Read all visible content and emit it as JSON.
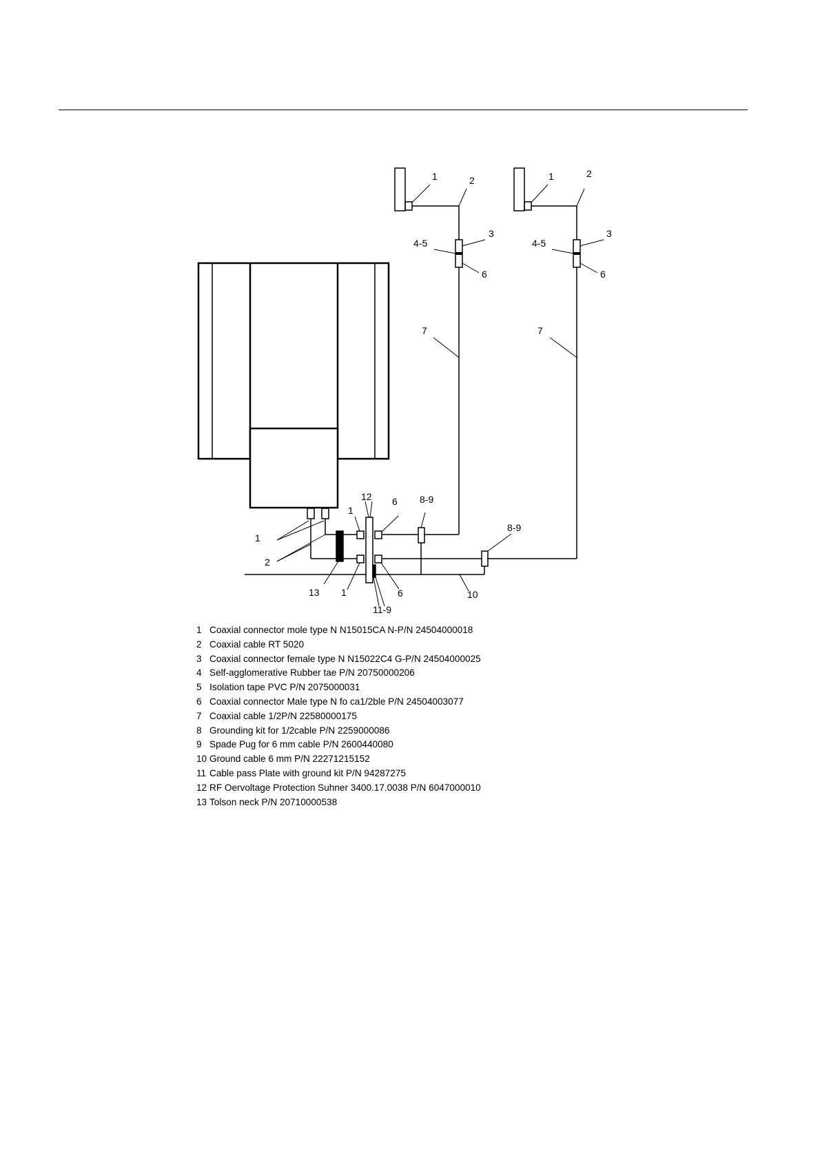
{
  "callouts": {
    "left_antenna": {
      "c1": "1",
      "c2": "2",
      "c3": "3",
      "c45": "4-5",
      "c6": "6",
      "c7": "7"
    },
    "right_antenna": {
      "c1": "1",
      "c2": "2",
      "c3": "3",
      "c45": "4-5",
      "c6": "6",
      "c7": "7"
    },
    "entry": {
      "top_1": "1",
      "top_12": "12",
      "top_6": "6",
      "ground_left": "8-9",
      "ground_right": "8-9",
      "cab_1": "1",
      "cab_2": "2",
      "neck_13": "13",
      "bottom_1": "1",
      "bottom_6": "6",
      "plate_119": "11-9",
      "ground_10": "10"
    }
  },
  "legend": [
    {
      "num": "1",
      "text": "Coaxial connector mole type N N15015CA N-P/N 24504000018"
    },
    {
      "num": "2",
      "text": "Coaxial cable RT 5020"
    },
    {
      "num": "3",
      "text": "Coaxial connector female type N N15022C4 G-P/N 24504000025"
    },
    {
      "num": "4",
      "text": "Self-agglomerative Rubber tae P/N 20750000206"
    },
    {
      "num": "5",
      "text": "Isolation tape PVC P/N 2075000031"
    },
    {
      "num": "6",
      "text": "Coaxial connector Male type N fo ca1/2ble P/N 24504003077"
    },
    {
      "num": "7",
      "text": "Coaxial cable 1/2P/N 22580000175"
    },
    {
      "num": "8",
      "text": "Grounding kit for 1/2cable P/N 2259000086"
    },
    {
      "num": "9",
      "text": "Spade Pug for 6 mm cable P/N 2600440080"
    },
    {
      "num": "10",
      "text": "Ground cable 6 mm P/N 22271215152"
    },
    {
      "num": "11",
      "text": "Cable pass Plate with ground kit P/N 94287275"
    },
    {
      "num": "12",
      "text": "RF Oervoltage Protection Suhner 3400.17.0038 P/N 6047000010"
    },
    {
      "num": "13",
      "text": "Tolson neck P/N 20710000538"
    }
  ]
}
